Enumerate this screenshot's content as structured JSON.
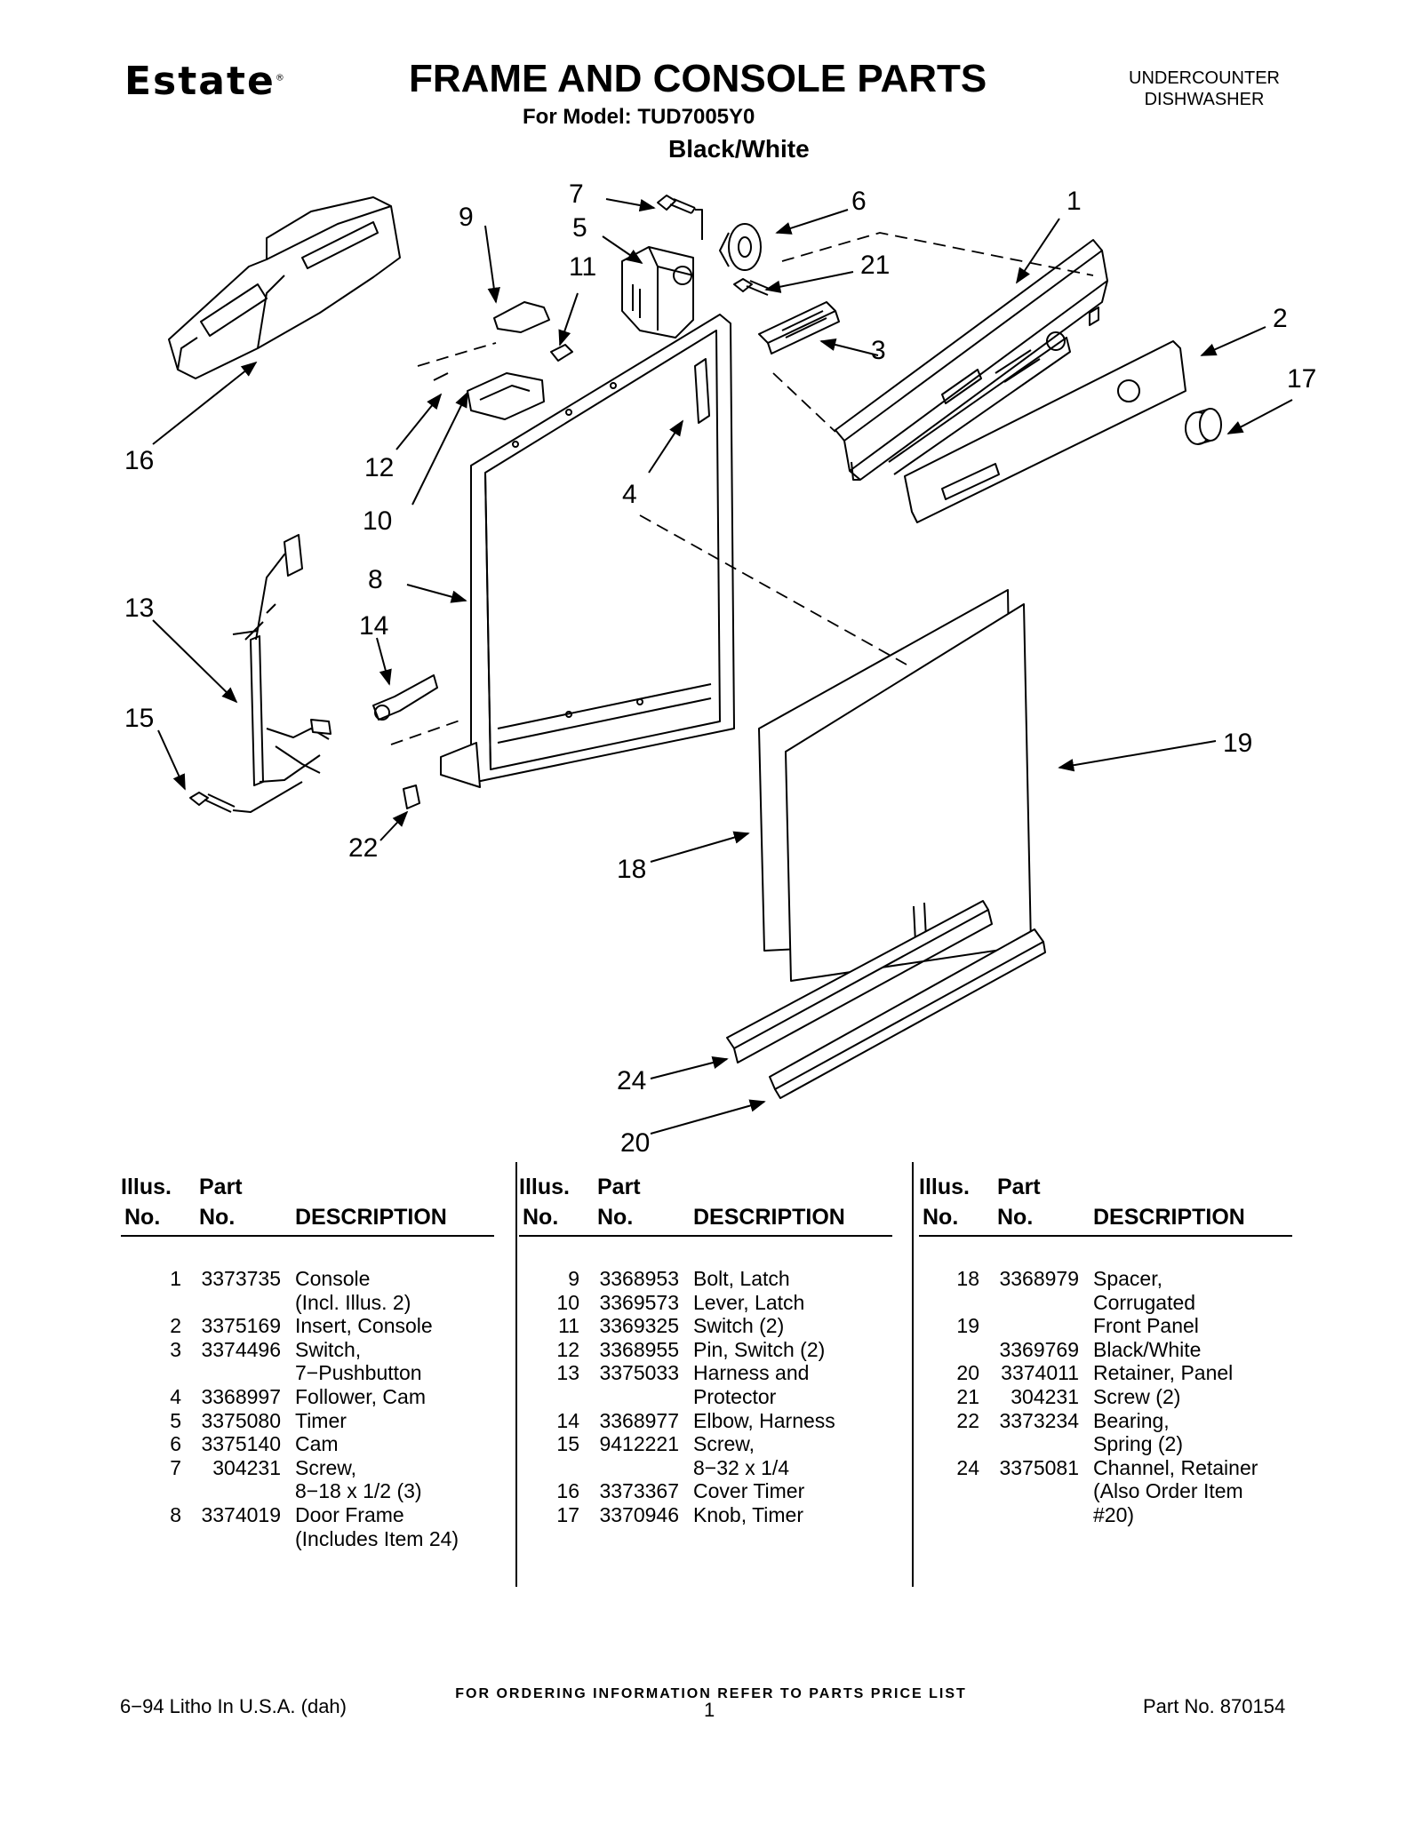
{
  "header": {
    "brand": "Estate",
    "brand_mark": "®",
    "title": "FRAME AND CONSOLE PARTS",
    "model": "For Model: TUD7005Y0",
    "color": "Black/White",
    "product_line1": "UNDERCOUNTER",
    "product_line2": "DISHWASHER"
  },
  "diagram": {
    "callouts": [
      "1",
      "2",
      "3",
      "4",
      "5",
      "6",
      "7",
      "8",
      "9",
      "10",
      "11",
      "12",
      "13",
      "14",
      "15",
      "16",
      "17",
      "18",
      "19",
      "20",
      "21",
      "22",
      "24"
    ]
  },
  "table": {
    "headers": {
      "illus": "Illus.",
      "no": "No.",
      "part": "Part",
      "part_no": "No.",
      "description": "DESCRIPTION"
    },
    "columns": [
      [
        {
          "n": "1",
          "p": "3373735",
          "d": "Console"
        },
        {
          "n": "",
          "p": "",
          "d": "(Incl. Illus. 2)"
        },
        {
          "n": "2",
          "p": "3375169",
          "d": "Insert, Console"
        },
        {
          "n": "3",
          "p": "3374496",
          "d": "Switch,"
        },
        {
          "n": "",
          "p": "",
          "d": "7−Pushbutton"
        },
        {
          "n": "4",
          "p": "3368997",
          "d": "Follower, Cam"
        },
        {
          "n": "5",
          "p": "3375080",
          "d": "Timer"
        },
        {
          "n": "6",
          "p": "3375140",
          "d": "Cam"
        },
        {
          "n": "7",
          "p": "304231",
          "d": "Screw,"
        },
        {
          "n": "",
          "p": "",
          "d": "8−18 x 1/2 (3)"
        },
        {
          "n": "8",
          "p": "3374019",
          "d": "Door Frame"
        },
        {
          "n": "",
          "p": "",
          "d": "(Includes Item 24)"
        }
      ],
      [
        {
          "n": "9",
          "p": "3368953",
          "d": "Bolt, Latch"
        },
        {
          "n": "10",
          "p": "3369573",
          "d": "Lever, Latch"
        },
        {
          "n": "11",
          "p": "3369325",
          "d": "Switch (2)"
        },
        {
          "n": "12",
          "p": "3368955",
          "d": "Pin, Switch (2)"
        },
        {
          "n": "13",
          "p": "3375033",
          "d": "Harness and"
        },
        {
          "n": "",
          "p": "",
          "d": "Protector"
        },
        {
          "n": "14",
          "p": "3368977",
          "d": "Elbow, Harness"
        },
        {
          "n": "15",
          "p": "9412221",
          "d": "Screw,"
        },
        {
          "n": "",
          "p": "",
          "d": "8−32 x 1/4"
        },
        {
          "n": "16",
          "p": "3373367",
          "d": "Cover Timer"
        },
        {
          "n": "17",
          "p": "3370946",
          "d": "Knob, Timer"
        }
      ],
      [
        {
          "n": "18",
          "p": "3368979",
          "d": "Spacer,"
        },
        {
          "n": "",
          "p": "",
          "d": "Corrugated"
        },
        {
          "n": "19",
          "p": "",
          "d": "Front Panel"
        },
        {
          "n": "",
          "p": "3369769",
          "d": "Black/White"
        },
        {
          "n": "20",
          "p": "3374011",
          "d": "Retainer, Panel"
        },
        {
          "n": "21",
          "p": "304231",
          "d": "Screw (2)"
        },
        {
          "n": "22",
          "p": "3373234",
          "d": "Bearing,"
        },
        {
          "n": "",
          "p": "",
          "d": "Spring (2)"
        },
        {
          "n": "24",
          "p": "3375081",
          "d": "Channel, Retainer"
        },
        {
          "n": "",
          "p": "",
          "d": "(Also Order Item"
        },
        {
          "n": "",
          "p": "",
          "d": "#20)"
        }
      ]
    ]
  },
  "footer": {
    "ordering_note": "FOR ORDERING INFORMATION REFER TO PARTS PRICE LIST",
    "litho": "6−94 Litho In U.S.A. (dah)",
    "page": "1",
    "part_no": "Part No. 870154"
  }
}
